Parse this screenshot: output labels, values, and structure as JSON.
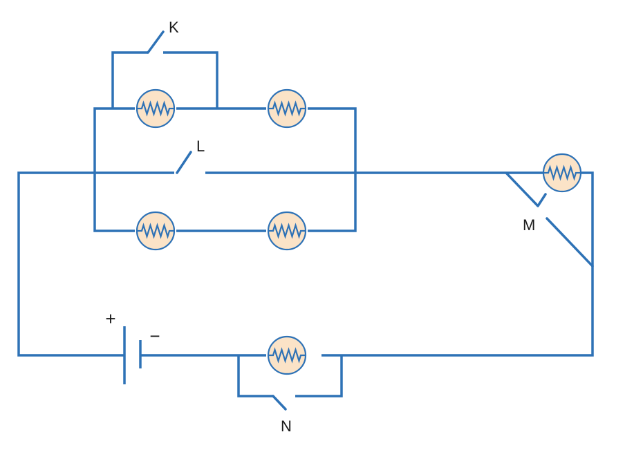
{
  "diagram": {
    "type": "circuit",
    "colors": {
      "wire": "#2e72b6",
      "bulb_fill": "#fbe3c7",
      "label": "#1a1a1a"
    },
    "switches": [
      {
        "id": "K",
        "label": "K",
        "state": "open"
      },
      {
        "id": "L",
        "label": "L",
        "state": "open"
      },
      {
        "id": "M",
        "label": "M",
        "state": "open"
      },
      {
        "id": "N",
        "label": "N",
        "state": "open"
      }
    ],
    "battery": {
      "plus_label": "+",
      "minus_label": "−"
    },
    "bulb_count": 6,
    "bulb_icon": "filament-lamp-icon"
  }
}
